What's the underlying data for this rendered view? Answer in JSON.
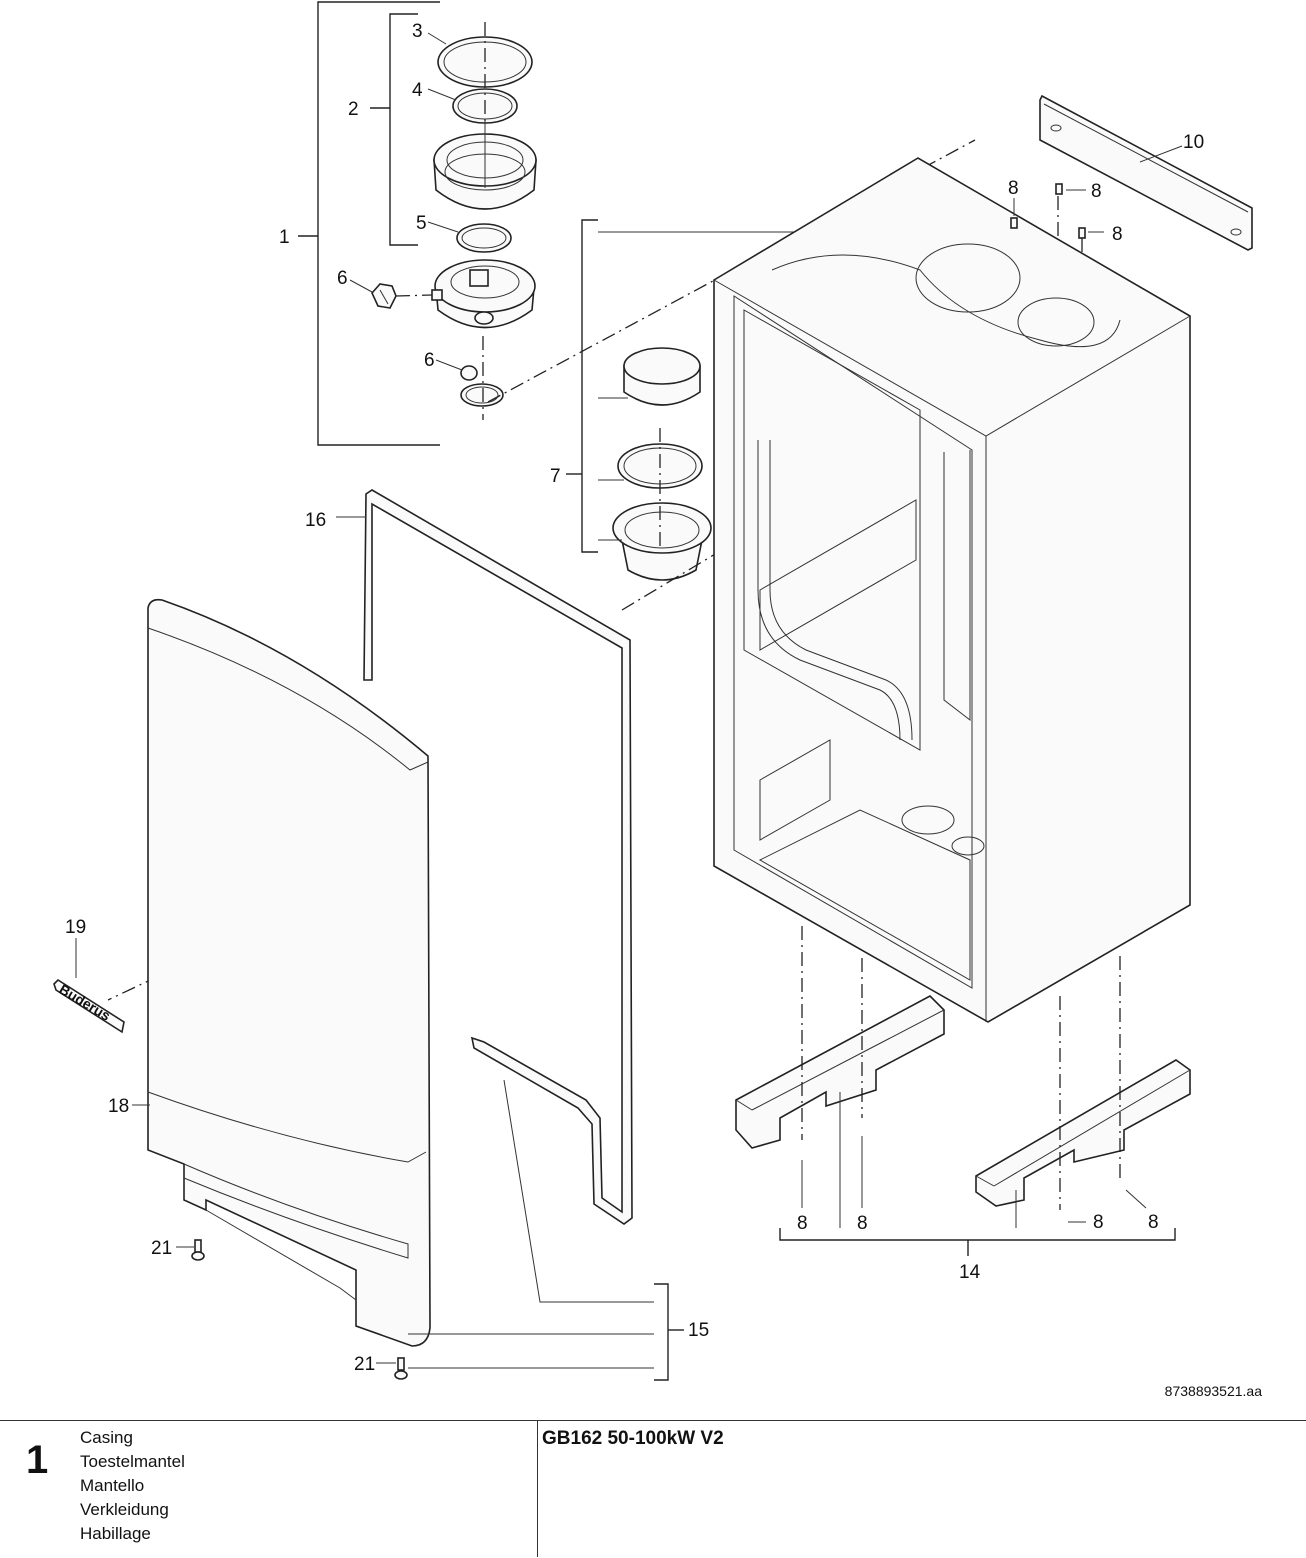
{
  "callouts": {
    "c1": "1",
    "c2": "2",
    "c3": "3",
    "c4": "4",
    "c5": "5",
    "c6a": "6",
    "c6b": "6",
    "c7": "7",
    "c8a": "8",
    "c8b": "8",
    "c8c": "8",
    "c8d": "8",
    "c8e": "8",
    "c8f": "8",
    "c8g": "8",
    "c10": "10",
    "c14": "14",
    "c15": "15",
    "c16": "16",
    "c18": "18",
    "c19": "19",
    "c21a": "21",
    "c21b": "21"
  },
  "logo_text": "Buderus",
  "document_code": "8738893521.aa",
  "footer": {
    "sheet_number": "1",
    "descriptions": [
      "Casing",
      "Toestelmantel",
      "Mantello",
      "Verkleidung",
      "Habillage"
    ],
    "model": "GB162 50-100kW V2"
  }
}
